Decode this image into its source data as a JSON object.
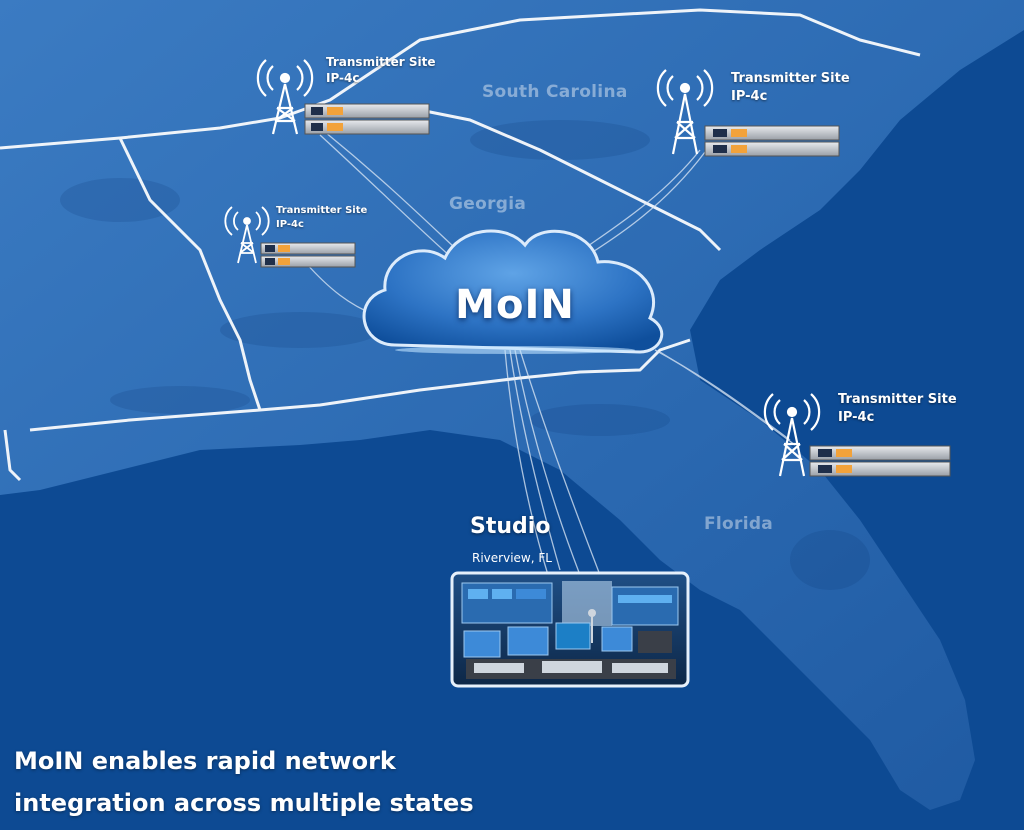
{
  "states": {
    "south_carolina": "South Carolina",
    "georgia": "Georgia",
    "florida": "Florida"
  },
  "network": {
    "name": "MoIN"
  },
  "sites": [
    {
      "line1": "Transmitter Site",
      "line2": "IP-4c"
    },
    {
      "line1": "Transmitter Site",
      "line2": "IP-4c"
    },
    {
      "line1": "Transmitter Site",
      "line2": "IP-4c"
    },
    {
      "line1": "Transmitter Site",
      "line2": "IP-4c"
    }
  ],
  "studio": {
    "title": "Studio",
    "location": "Riverview, FL"
  },
  "tagline": {
    "line1": "MoIN enables rapid network",
    "line2": "integration across multiple states"
  },
  "colors": {
    "ocean": "#0d4a93",
    "land": "#2b6cb5",
    "border": "#ffffff",
    "rack_face": "#c9ccd2",
    "rack_accent": "#f2a23a"
  }
}
